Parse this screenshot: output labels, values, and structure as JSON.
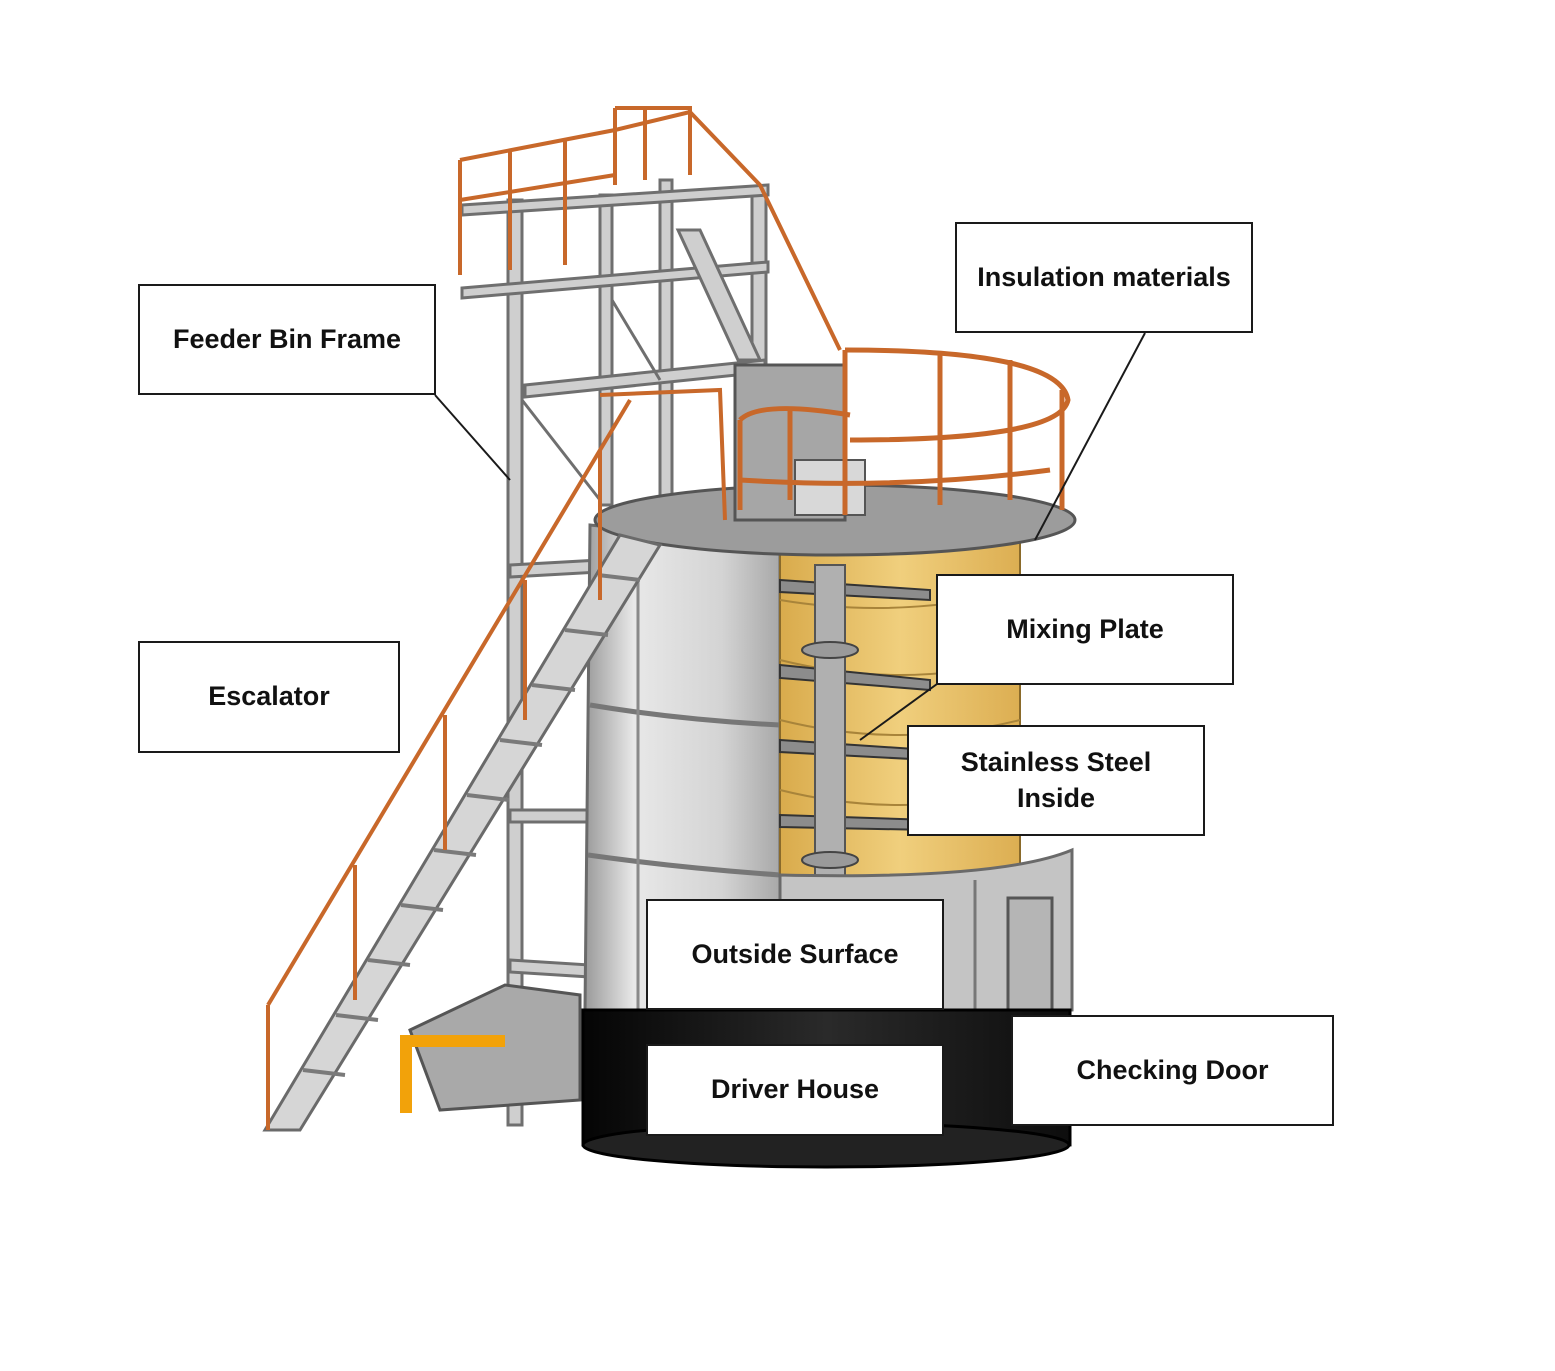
{
  "colors": {
    "railing": "#c8682a",
    "steel_light": "#e6e6e6",
    "steel_mid": "#b9b9b9",
    "steel_dark": "#7d7d7d",
    "insulation": "#e9c46e",
    "base": "#141414",
    "hopper_support": "#f2a20a",
    "label_border": "#1a1a1a"
  },
  "labels": {
    "feeder_bin_frame": "Feeder Bin Frame",
    "escalator": "Escalator",
    "insulation_materials": "Insulation materials",
    "mixing_plate": "Mixing Plate",
    "stainless_steel_inside": "Stainless Steel\nInside",
    "outside_surface": "Outside Surface",
    "driver_house": "Driver House",
    "checking_door": "Checking Door"
  }
}
